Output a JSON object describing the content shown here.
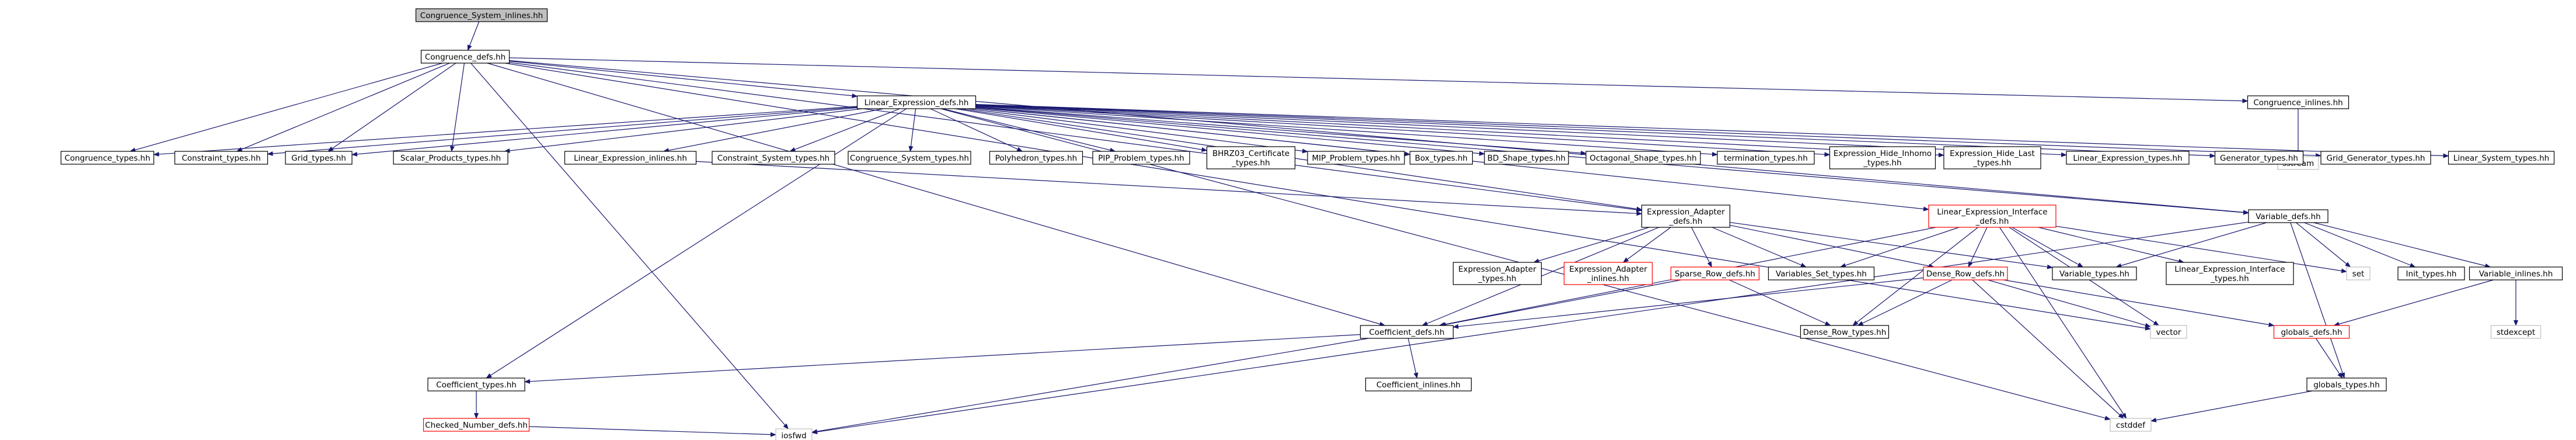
{
  "colors": {
    "edge": "#191970",
    "box_default": "#000000",
    "box_root_fill": "#bfbfbf",
    "box_incomplete": "#ff0000",
    "box_external": "#bfbfbf"
  },
  "nodes": [
    {
      "id": "root",
      "lines": [
        "Congruence_System_inlines.hh"
      ],
      "style": "root"
    },
    {
      "id": "cong_defs",
      "lines": [
        "Congruence_defs.hh"
      ],
      "style": "normal"
    },
    {
      "id": "linexpr_defs",
      "lines": [
        "Linear_Expression_defs.hh"
      ],
      "style": "normal"
    },
    {
      "id": "cong_inlines",
      "lines": [
        "Congruence_inlines.hh"
      ],
      "style": "normal"
    },
    {
      "id": "sstream",
      "lines": [
        "sstream"
      ],
      "style": "external"
    },
    {
      "id": "cong_types",
      "lines": [
        "Congruence_types.hh"
      ],
      "style": "normal"
    },
    {
      "id": "constraint_types",
      "lines": [
        "Constraint_types.hh"
      ],
      "style": "normal"
    },
    {
      "id": "grid_types",
      "lines": [
        "Grid_types.hh"
      ],
      "style": "normal"
    },
    {
      "id": "scalar_types",
      "lines": [
        "Scalar_Products_types.hh"
      ],
      "style": "normal"
    },
    {
      "id": "linexpr_inlines",
      "lines": [
        "Linear_Expression_inlines.hh"
      ],
      "style": "normal"
    },
    {
      "id": "cs_types",
      "lines": [
        "Constraint_System_types.hh"
      ],
      "style": "normal"
    },
    {
      "id": "congsys_types",
      "lines": [
        "Congruence_System_types.hh"
      ],
      "style": "normal"
    },
    {
      "id": "poly_types",
      "lines": [
        "Polyhedron_types.hh"
      ],
      "style": "normal"
    },
    {
      "id": "pip_types",
      "lines": [
        "PIP_Problem_types.hh"
      ],
      "style": "normal"
    },
    {
      "id": "bhrz_types",
      "lines": [
        "BHRZ03_Certificate",
        "_types.hh"
      ],
      "style": "normal"
    },
    {
      "id": "mip_types",
      "lines": [
        "MIP_Problem_types.hh"
      ],
      "style": "normal"
    },
    {
      "id": "box_types",
      "lines": [
        "Box_types.hh"
      ],
      "style": "normal"
    },
    {
      "id": "bd_types",
      "lines": [
        "BD_Shape_types.hh"
      ],
      "style": "normal"
    },
    {
      "id": "oct_types",
      "lines": [
        "Octagonal_Shape_types.hh"
      ],
      "style": "normal"
    },
    {
      "id": "term_types",
      "lines": [
        "termination_types.hh"
      ],
      "style": "normal"
    },
    {
      "id": "ehi_types",
      "lines": [
        "Expression_Hide_Inhomo",
        "_types.hh"
      ],
      "style": "normal"
    },
    {
      "id": "ehl_types",
      "lines": [
        "Expression_Hide_Last",
        "_types.hh"
      ],
      "style": "normal"
    },
    {
      "id": "linexpr_types",
      "lines": [
        "Linear_Expression_types.hh"
      ],
      "style": "normal"
    },
    {
      "id": "gen_types",
      "lines": [
        "Generator_types.hh"
      ],
      "style": "normal"
    },
    {
      "id": "gridgen_types",
      "lines": [
        "Grid_Generator_types.hh"
      ],
      "style": "normal"
    },
    {
      "id": "linsys_types",
      "lines": [
        "Linear_System_types.hh"
      ],
      "style": "normal"
    },
    {
      "id": "expradapt_defs",
      "lines": [
        "Expression_Adapter",
        "_defs.hh"
      ],
      "style": "normal"
    },
    {
      "id": "lei_defs",
      "lines": [
        "Linear_Expression_Interface",
        "_defs.hh"
      ],
      "style": "incomplete"
    },
    {
      "id": "var_defs",
      "lines": [
        "Variable_defs.hh"
      ],
      "style": "normal"
    },
    {
      "id": "expradapt_types",
      "lines": [
        "Expression_Adapter",
        "_types.hh"
      ],
      "style": "normal"
    },
    {
      "id": "expradapt_inlines",
      "lines": [
        "Expression_Adapter",
        "_inlines.hh"
      ],
      "style": "incomplete"
    },
    {
      "id": "sparse_defs",
      "lines": [
        "Sparse_Row_defs.hh"
      ],
      "style": "incomplete"
    },
    {
      "id": "varset_types",
      "lines": [
        "Variables_Set_types.hh"
      ],
      "style": "normal"
    },
    {
      "id": "dense_defs",
      "lines": [
        "Dense_Row_defs.hh"
      ],
      "style": "incomplete"
    },
    {
      "id": "var_types",
      "lines": [
        "Variable_types.hh"
      ],
      "style": "normal"
    },
    {
      "id": "lei_types",
      "lines": [
        "Linear_Expression_Interface",
        "_types.hh"
      ],
      "style": "normal"
    },
    {
      "id": "set",
      "lines": [
        "set"
      ],
      "style": "external"
    },
    {
      "id": "init_types",
      "lines": [
        "Init_types.hh"
      ],
      "style": "normal"
    },
    {
      "id": "var_inlines",
      "lines": [
        "Variable_inlines.hh"
      ],
      "style": "normal"
    },
    {
      "id": "coeff_defs",
      "lines": [
        "Coefficient_defs.hh"
      ],
      "style": "normal"
    },
    {
      "id": "dense_types",
      "lines": [
        "Dense_Row_types.hh"
      ],
      "style": "normal"
    },
    {
      "id": "vector",
      "lines": [
        "vector"
      ],
      "style": "external"
    },
    {
      "id": "globals_defs",
      "lines": [
        "globals_defs.hh"
      ],
      "style": "incomplete"
    },
    {
      "id": "stdexcept",
      "lines": [
        "stdexcept"
      ],
      "style": "external"
    },
    {
      "id": "coeff_types",
      "lines": [
        "Coefficient_types.hh"
      ],
      "style": "normal"
    },
    {
      "id": "coeff_inlines",
      "lines": [
        "Coefficient_inlines.hh"
      ],
      "style": "normal"
    },
    {
      "id": "globals_types",
      "lines": [
        "globals_types.hh"
      ],
      "style": "normal"
    },
    {
      "id": "checked_defs",
      "lines": [
        "Checked_Number_defs.hh"
      ],
      "style": "incomplete"
    },
    {
      "id": "cstddef",
      "lines": [
        "cstddef"
      ],
      "style": "external"
    },
    {
      "id": "iosfwd",
      "lines": [
        "iosfwd"
      ],
      "style": "external"
    }
  ],
  "edges": [
    [
      "root",
      "cong_defs"
    ],
    [
      "cong_defs",
      "linexpr_defs"
    ],
    [
      "cong_defs",
      "cong_inlines"
    ],
    [
      "cong_defs",
      "cong_types"
    ],
    [
      "cong_defs",
      "constraint_types"
    ],
    [
      "cong_defs",
      "grid_types"
    ],
    [
      "cong_defs",
      "scalar_types"
    ],
    [
      "cong_defs",
      "coeff_defs"
    ],
    [
      "cong_defs",
      "var_defs"
    ],
    [
      "cong_defs",
      "iosfwd"
    ],
    [
      "cong_defs",
      "expradapt_defs"
    ],
    [
      "cong_defs",
      "vector"
    ],
    [
      "cong_inlines",
      "sstream"
    ],
    [
      "linexpr_defs",
      "cong_types"
    ],
    [
      "linexpr_defs",
      "constraint_types"
    ],
    [
      "linexpr_defs",
      "grid_types"
    ],
    [
      "linexpr_defs",
      "scalar_types"
    ],
    [
      "linexpr_defs",
      "linexpr_inlines"
    ],
    [
      "linexpr_defs",
      "cs_types"
    ],
    [
      "linexpr_defs",
      "congsys_types"
    ],
    [
      "linexpr_defs",
      "poly_types"
    ],
    [
      "linexpr_defs",
      "pip_types"
    ],
    [
      "linexpr_defs",
      "bhrz_types"
    ],
    [
      "linexpr_defs",
      "mip_types"
    ],
    [
      "linexpr_defs",
      "box_types"
    ],
    [
      "linexpr_defs",
      "bd_types"
    ],
    [
      "linexpr_defs",
      "oct_types"
    ],
    [
      "linexpr_defs",
      "term_types"
    ],
    [
      "linexpr_defs",
      "ehi_types"
    ],
    [
      "linexpr_defs",
      "ehl_types"
    ],
    [
      "linexpr_defs",
      "linexpr_types"
    ],
    [
      "linexpr_defs",
      "gen_types"
    ],
    [
      "linexpr_defs",
      "gridgen_types"
    ],
    [
      "linexpr_defs",
      "linsys_types"
    ],
    [
      "linexpr_defs",
      "expradapt_defs"
    ],
    [
      "linexpr_defs",
      "lei_defs"
    ],
    [
      "linexpr_defs",
      "var_defs"
    ],
    [
      "linexpr_defs",
      "coeff_types"
    ],
    [
      "linexpr_defs",
      "cstddef"
    ],
    [
      "linexpr_inlines",
      "expradapt_defs"
    ],
    [
      "expradapt_defs",
      "expradapt_types"
    ],
    [
      "expradapt_defs",
      "expradapt_inlines"
    ],
    [
      "expradapt_defs",
      "sparse_defs"
    ],
    [
      "expradapt_defs",
      "varset_types"
    ],
    [
      "expradapt_defs",
      "var_types"
    ],
    [
      "expradapt_defs",
      "dense_defs"
    ],
    [
      "expradapt_defs",
      "coeff_defs"
    ],
    [
      "lei_defs",
      "varset_types"
    ],
    [
      "lei_defs",
      "var_types"
    ],
    [
      "lei_defs",
      "dense_defs"
    ],
    [
      "lei_defs",
      "lei_types"
    ],
    [
      "lei_defs",
      "set"
    ],
    [
      "lei_defs",
      "vector"
    ],
    [
      "lei_defs",
      "cstddef"
    ],
    [
      "lei_defs",
      "coeff_defs"
    ],
    [
      "lei_defs",
      "dense_types"
    ],
    [
      "var_defs",
      "var_types"
    ],
    [
      "var_defs",
      "set"
    ],
    [
      "var_defs",
      "init_types"
    ],
    [
      "var_defs",
      "var_inlines"
    ],
    [
      "var_defs",
      "globals_types"
    ],
    [
      "var_defs",
      "iosfwd"
    ],
    [
      "var_inlines",
      "globals_defs"
    ],
    [
      "var_inlines",
      "stdexcept"
    ],
    [
      "sparse_defs",
      "coeff_defs"
    ],
    [
      "sparse_defs",
      "dense_types"
    ],
    [
      "dense_defs",
      "coeff_defs"
    ],
    [
      "dense_defs",
      "dense_types"
    ],
    [
      "dense_defs",
      "vector"
    ],
    [
      "dense_defs",
      "globals_defs"
    ],
    [
      "dense_defs",
      "cstddef"
    ],
    [
      "coeff_defs",
      "coeff_types"
    ],
    [
      "coeff_defs",
      "coeff_inlines"
    ],
    [
      "coeff_defs",
      "iosfwd"
    ],
    [
      "coeff_types",
      "checked_defs"
    ],
    [
      "checked_defs",
      "iosfwd"
    ],
    [
      "globals_defs",
      "globals_types"
    ],
    [
      "globals_types",
      "cstddef"
    ]
  ]
}
